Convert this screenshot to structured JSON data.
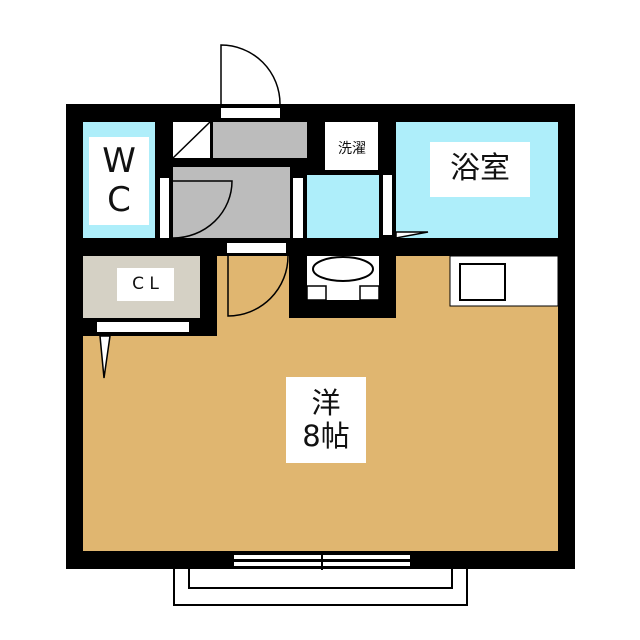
{
  "rooms": {
    "wc": {
      "label_line1": "W",
      "label_line2": "C"
    },
    "washer": {
      "label": "洗濯"
    },
    "bath": {
      "label": "浴室"
    },
    "closet": {
      "label": "C L"
    },
    "western_room": {
      "label_line1": "洋",
      "label_line2": "8帖"
    }
  },
  "colors": {
    "wall": "#000000",
    "water_area": "#aeeefa",
    "hall": "#bcbcbc",
    "closet": "#d5d1c5",
    "floor": "#e0b670"
  }
}
